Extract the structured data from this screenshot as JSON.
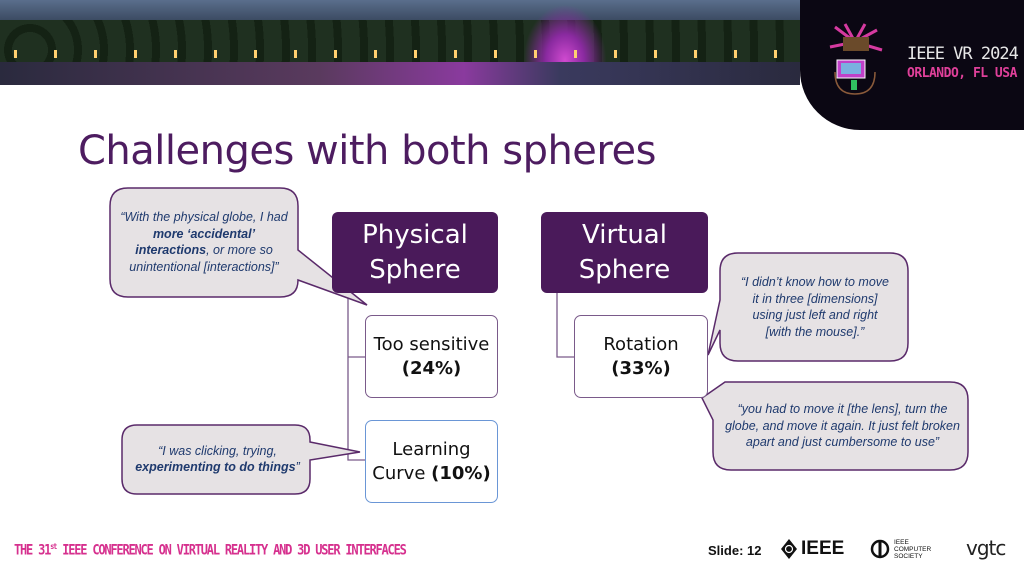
{
  "header": {
    "conference_name": "IEEE VR 2024",
    "location": "ORLANDO, FL USA"
  },
  "slide": {
    "title": "Challenges with both spheres",
    "physical": {
      "heading_line1": "Physical",
      "heading_line2": "Sphere",
      "items": [
        {
          "label": "Too sensitive",
          "value": "(24%)"
        },
        {
          "label": "Learning Curve",
          "value": "(10%)"
        }
      ],
      "quotes": [
        {
          "parts": [
            "“With the physical globe, I had ",
            "more ‘accidental’ interactions",
            ", or more so unintentional [interactions]”"
          ]
        },
        {
          "parts": [
            "“I was clicking, trying, ",
            "experimenting to do things",
            "”"
          ]
        }
      ]
    },
    "virtual": {
      "heading_line1": "Virtual",
      "heading_line2": "Sphere",
      "items": [
        {
          "label": "Rotation",
          "value": "(33%)"
        }
      ],
      "quotes": [
        {
          "text": "“I didn’t know how to move it in three [dimensions] using just left and right [with the mouse].”"
        },
        {
          "text": "“you had to move it [the lens], turn the globe, and move it again. It just felt broken apart and just cumbersome to use”"
        }
      ]
    }
  },
  "footer": {
    "conference_pre": "THE 31",
    "conference_sup": "st",
    "conference_post": " IEEE CONFERENCE ON VIRTUAL REALITY AND 3D USER INTERFACES",
    "slide_label": "Slide: 12",
    "logos": {
      "ieee": "IEEE",
      "cs_line1": "IEEE",
      "cs_line2": "COMPUTER",
      "cs_line3": "SOCIETY",
      "vgtc": "vgtc"
    }
  },
  "colors": {
    "primary": "#4a1a5a",
    "accent": "#d6308e",
    "quote_fill": "#e6e2e4",
    "quote_text": "#1f3a6e"
  }
}
